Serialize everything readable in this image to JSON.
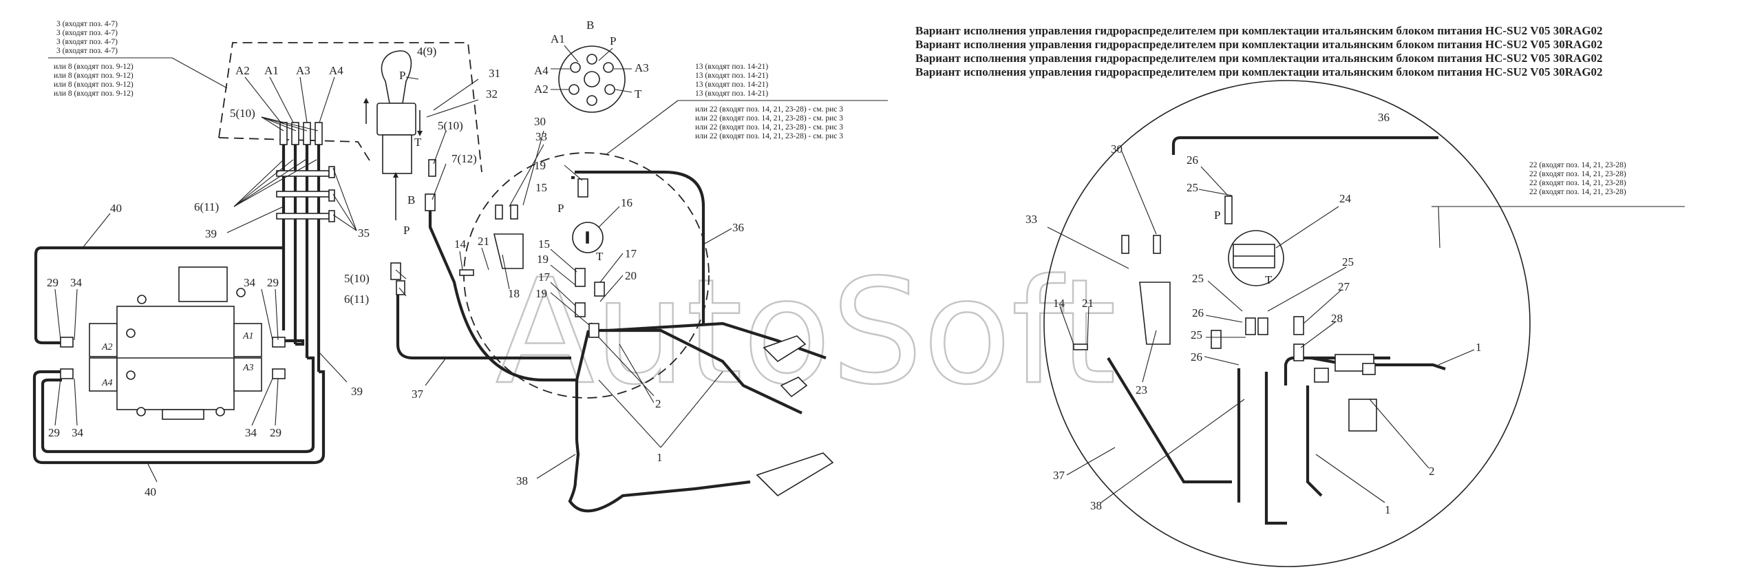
{
  "titles": [
    "Вариант исполнения управления гидрораспределителем при комплектации итальянским блоком питания HC-SU2 V05 30RAG02",
    "Вариант исполнения управления гидрораспределителем при комплектации итальянским блоком питания HC-SU2 V05 30RAG02",
    "Вариант исполнения управления гидрораспределителем при комплектации итальянским блоком питания HC-SU2 V05 30RAG02",
    "Вариант исполнения управления гидрораспределителем при комплектации итальянским блоком питания HC-SU2 V05 30RAG02"
  ],
  "watermark": "AutoSoft",
  "notes": {
    "left_top": [
      "3 (входят поз. 4-7)",
      "3 (входят поз. 4-7)",
      "3 (входят поз. 4-7)",
      "3 (входят поз. 4-7)"
    ],
    "left_bottom": [
      "или  8 (входят поз. 9-12)",
      "или  8 (входят поз. 9-12)",
      "или  8 (входят поз. 9-12)",
      "или  8 (входят поз. 9-12)"
    ],
    "mid_top": [
      "13 (входят поз. 14-21)",
      "13 (входят поз. 14-21)",
      "13 (входят поз. 14-21)",
      "13 (входят поз. 14-21)"
    ],
    "mid_bottom": [
      "или 22 (входят поз. 14, 21, 23-28) - см. рис 3",
      "или 22 (входят поз. 14, 21, 23-28) - см. рис 3",
      "или 22 (входят поз. 14, 21, 23-28) - см. рис 3",
      "или 22 (входят поз. 14, 21, 23-28) - см. рис 3"
    ],
    "right": [
      "22 (входят поз. 14, 21, 23-28)",
      "22 (входят поз. 14, 21, 23-28)",
      "22 (входят поз. 14, 21, 23-28)",
      "22 (входят поз. 14, 21, 23-28)"
    ]
  },
  "view_b": {
    "title": "B",
    "ports": [
      "A1",
      "P",
      "A4",
      "A3",
      "A2",
      "T"
    ]
  },
  "labels_left": {
    "a2": "A2",
    "a1": "A1",
    "a3": "A3",
    "a4": "A4",
    "p": "P",
    "t": "T",
    "b": "B",
    "p2": "P",
    "n4_9": "4(9)",
    "n31": "31",
    "n32": "32",
    "n5_10a": "5(10)",
    "n5_10b": "5(10)",
    "n5_10c": "5(10)",
    "n7_12": "7(12)",
    "n6_11a": "6(11)",
    "n6_11b": "6(11)",
    "n35": "35",
    "n39a": "39",
    "n39b": "39",
    "n40a": "40",
    "n40b": "40",
    "n29a": "29",
    "n29b": "29",
    "n29c": "29",
    "n29d": "29",
    "n34a": "34",
    "n34b": "34",
    "n34c": "34",
    "n34d": "34",
    "n37": "37"
  },
  "labels_mid": {
    "n30": "30",
    "n33": "33",
    "n19a": "19",
    "n15a": "15",
    "p": "P",
    "n16": "16",
    "n14": "14",
    "n21": "21",
    "n18": "18",
    "n15b": "15",
    "n19b": "19",
    "n17a": "17",
    "n17b": "17",
    "t": "T",
    "n20": "20",
    "n19c": "19",
    "n36": "36",
    "n2": "2",
    "n1": "1",
    "n38": "38"
  },
  "labels_right": {
    "n30": "30",
    "n33": "33",
    "n26a": "26",
    "n25a": "25",
    "p": "P",
    "n24": "24",
    "n36": "36",
    "n25b": "25",
    "t": "T",
    "n25c": "25",
    "n26b": "26",
    "n27": "27",
    "n25d": "25",
    "n26c": "26",
    "n28": "28",
    "n14": "14",
    "n21": "21",
    "n23": "23",
    "n1a": "1",
    "n2": "2",
    "n37": "37",
    "n38": "38",
    "n1b": "1"
  },
  "valve_ports": {
    "a1": "A1",
    "a2": "A2",
    "a3": "A3",
    "a4": "A4"
  }
}
